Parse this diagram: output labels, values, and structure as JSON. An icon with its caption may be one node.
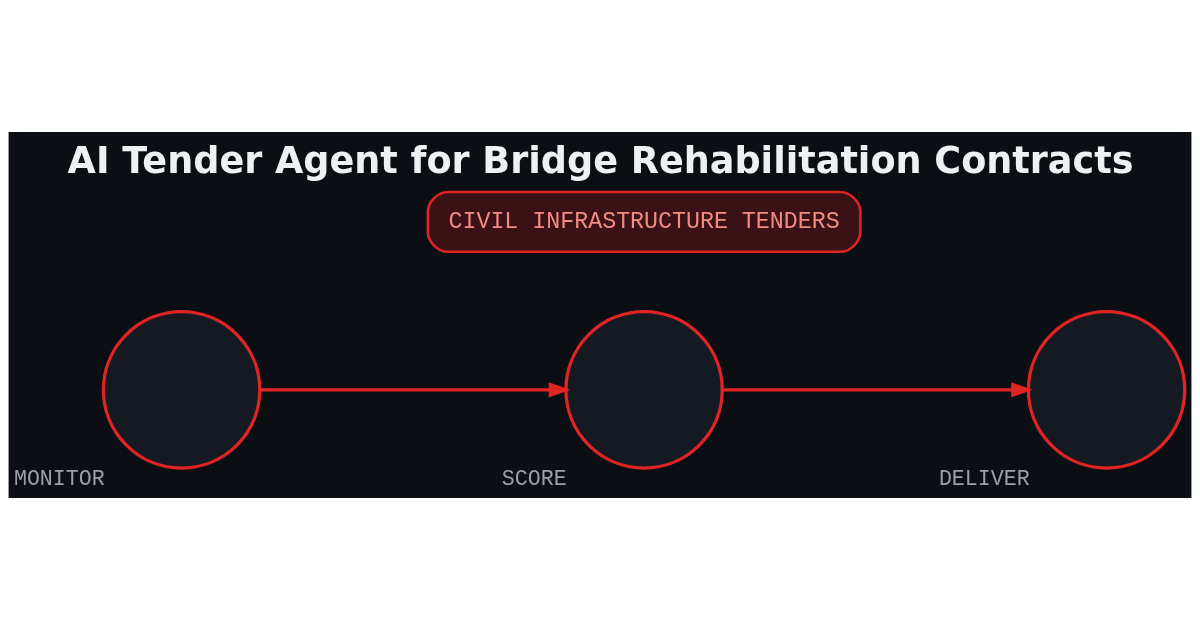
{
  "diagram": {
    "title": "AI Tender Agent for Bridge Rehabilitation Contracts",
    "nodes": [
      {
        "text": [
          "CIVIL INFRASTRUCTURE TENDERS"
        ]
      },
      {
        "text": [],
        "shape": "circle",
        "beside": [
          "MONITOR"
        ]
      },
      {
        "text": [],
        "shape": "circle",
        "beside": [
          "SCORE"
        ]
      },
      {
        "text": [],
        "shape": "circle",
        "beside": [
          "DELIVER"
        ]
      }
    ],
    "edges": [
      {
        "from": 1,
        "to": 2,
        "arrow": "to"
      },
      {
        "from": 2,
        "to": 3,
        "arrow": "to"
      }
    ]
  }
}
